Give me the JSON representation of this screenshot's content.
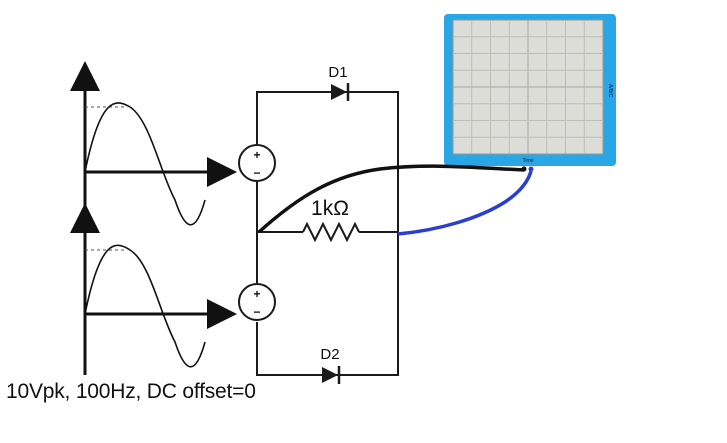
{
  "diagram": {
    "labels": {
      "diode_top": "D1",
      "diode_bottom": "D2",
      "resistor": "1kΩ",
      "source_plus": "+",
      "source_minus": "−",
      "scope_side_text": "A/B/C",
      "scope_bottom_text": "Time"
    },
    "caption": "10Vpk, 100Hz, DC offset=0",
    "colors": {
      "wire": "#1a1a1a",
      "probe_black": "#111111",
      "probe_blue": "#2a3fcf",
      "scope_frame": "#29a6e6",
      "scope_screen": "#dcdcd8",
      "scope_grid": "#bdbdb6"
    }
  }
}
